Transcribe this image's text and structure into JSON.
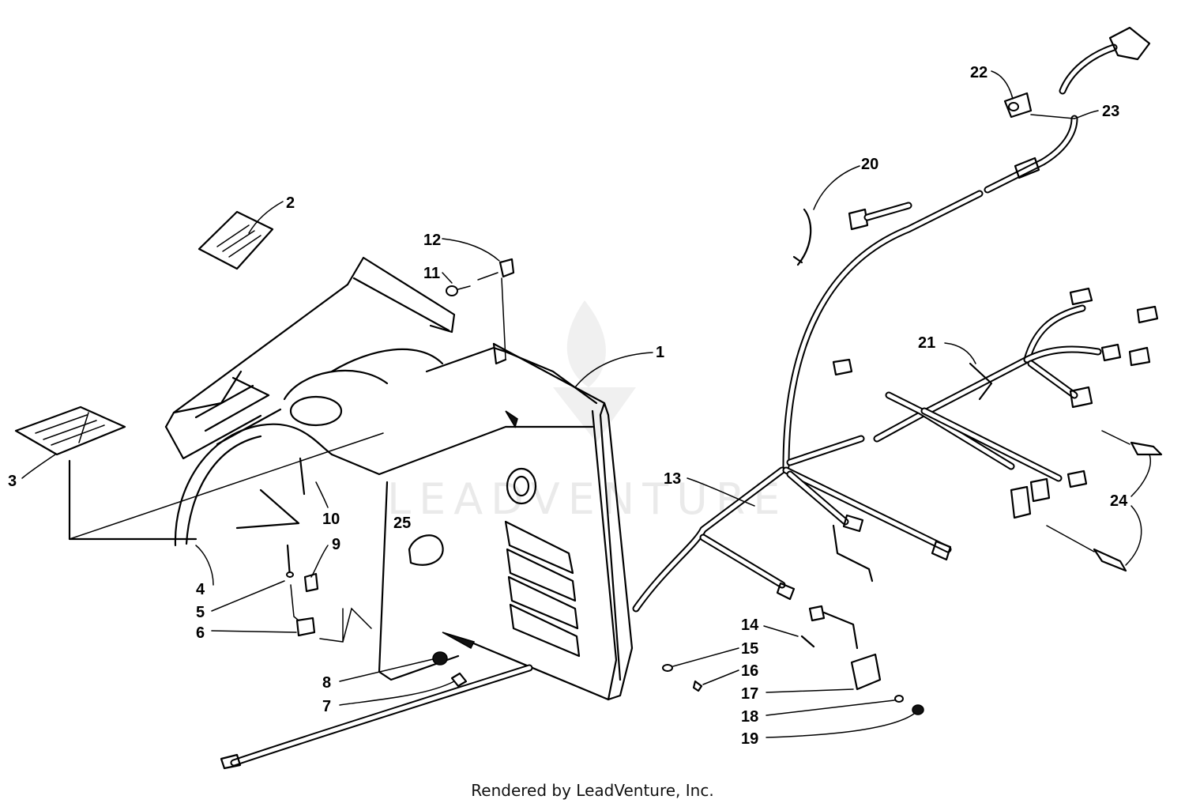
{
  "footer": {
    "text": "Rendered by LeadVenture, Inc."
  },
  "watermark": {
    "text": "LEADVENTURE"
  },
  "callouts": [
    {
      "id": "1",
      "label": "1"
    },
    {
      "id": "2",
      "label": "2"
    },
    {
      "id": "3",
      "label": "3"
    },
    {
      "id": "4",
      "label": "4"
    },
    {
      "id": "5",
      "label": "5"
    },
    {
      "id": "6",
      "label": "6"
    },
    {
      "id": "7",
      "label": "7"
    },
    {
      "id": "8",
      "label": "8"
    },
    {
      "id": "9",
      "label": "9"
    },
    {
      "id": "10",
      "label": "10"
    },
    {
      "id": "11",
      "label": "11"
    },
    {
      "id": "12",
      "label": "12"
    },
    {
      "id": "13",
      "label": "13"
    },
    {
      "id": "14",
      "label": "14"
    },
    {
      "id": "15",
      "label": "15"
    },
    {
      "id": "16",
      "label": "16"
    },
    {
      "id": "17",
      "label": "17"
    },
    {
      "id": "18",
      "label": "18"
    },
    {
      "id": "19",
      "label": "19"
    },
    {
      "id": "20",
      "label": "20"
    },
    {
      "id": "21",
      "label": "21"
    },
    {
      "id": "22",
      "label": "22"
    },
    {
      "id": "23",
      "label": "23"
    },
    {
      "id": "24",
      "label": "24"
    },
    {
      "id": "25",
      "label": "25"
    }
  ]
}
